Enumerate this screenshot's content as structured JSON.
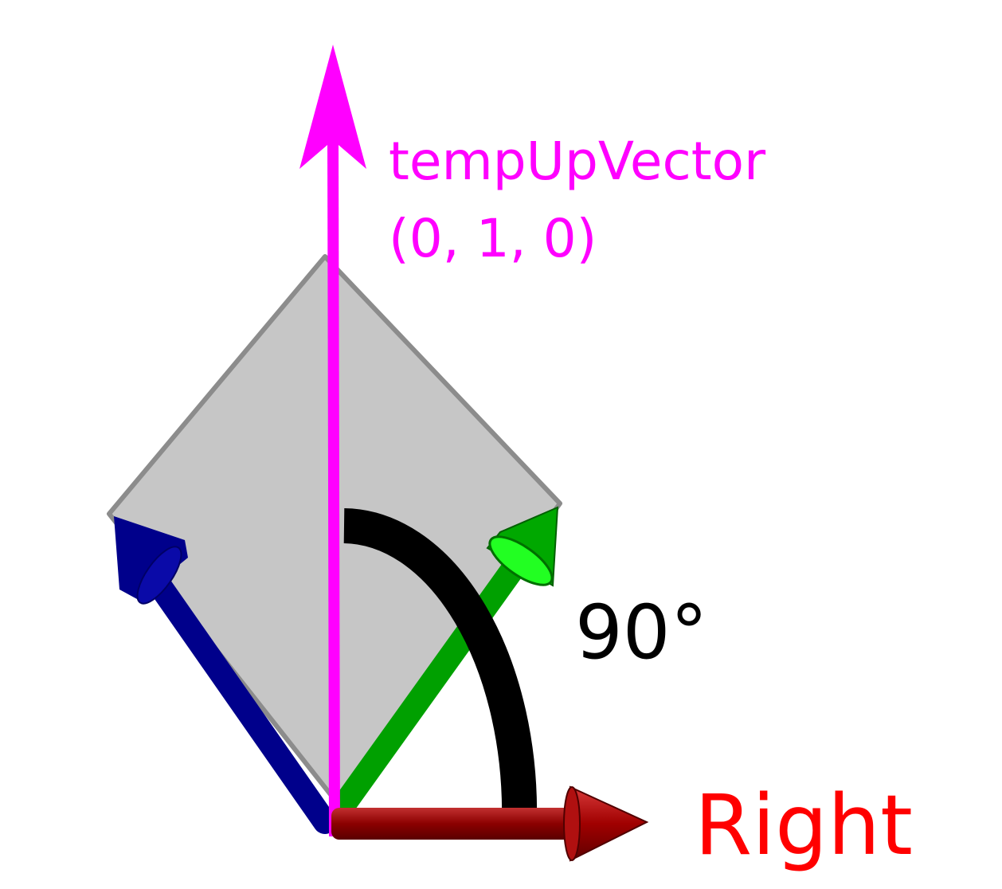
{
  "labels": {
    "up_vector_name": "tempUpVector",
    "up_vector_value": "(0, 1, 0)",
    "angle": "90°",
    "right": "Right"
  },
  "colors": {
    "background": "#ffffff",
    "up_vector": "#ff00ff",
    "right_vector": "#8b0000",
    "right_label": "#ff0000",
    "blue_vector": "#00008b",
    "green_vector": "#00a000",
    "plane_fill": "#c6c6c6",
    "plane_edge": "#8c8c8c",
    "angle_arc": "#000000"
  }
}
